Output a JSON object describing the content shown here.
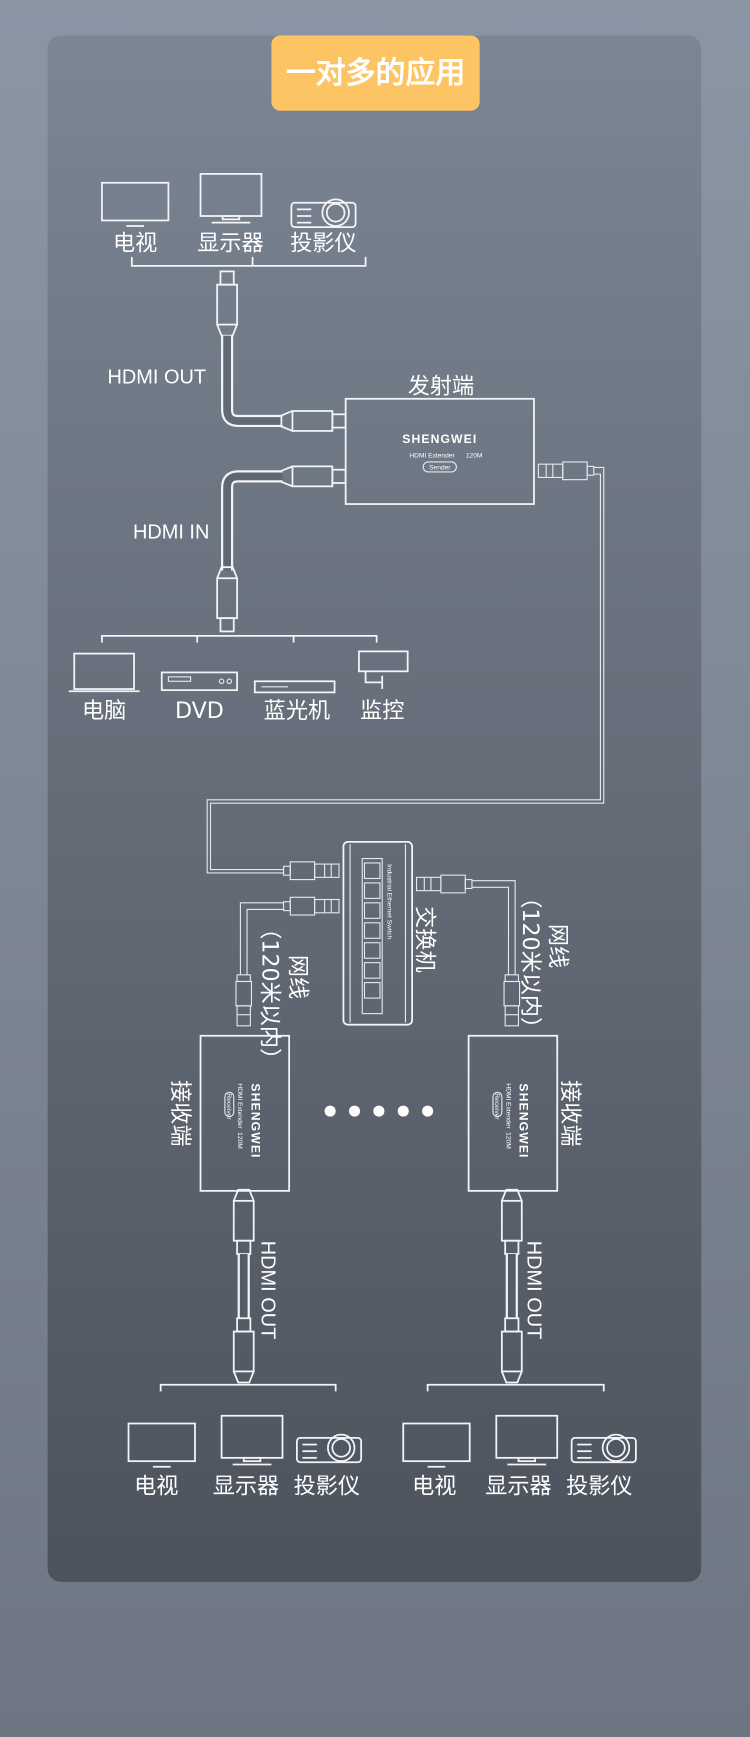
{
  "title": "一对多的应用",
  "colors": {
    "badge": "#fcc462",
    "card_top": "#7b8593",
    "card_bottom": "#4d535d",
    "line": "#f2f4f7"
  },
  "top_outputs": [
    "电视",
    "显示器",
    "投影仪"
  ],
  "hdmi_out": "HDMI OUT",
  "hdmi_in": "HDMI IN",
  "sender": {
    "label": "发射端",
    "brand": "SHENGWEI",
    "model": "HDMI Extender",
    "range": "120M",
    "role": "Sender"
  },
  "sources": [
    "电脑",
    "DVD",
    "蓝光机",
    "监控"
  ],
  "switch": {
    "label": "交换机",
    "device_text": "Industrial Ethernet Switch"
  },
  "cable": {
    "label": "网线",
    "note": "（120米以内）"
  },
  "receiver": {
    "label": "接收端",
    "brand": "SHENGWEI",
    "model": "HDMI Extender",
    "range": "120M",
    "role": "Receiver"
  },
  "bottom_outputs_left": [
    "电视",
    "显示器",
    "投影仪"
  ],
  "bottom_outputs_right": [
    "电视",
    "显示器",
    "投影仪"
  ]
}
